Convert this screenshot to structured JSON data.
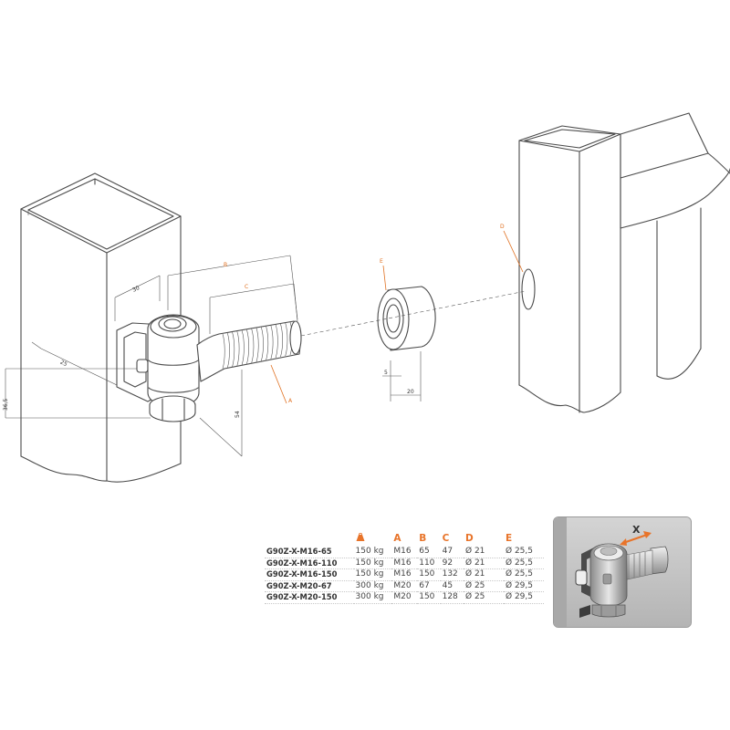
{
  "callouts": {
    "A": "A",
    "B": "B",
    "C": "C",
    "D": "D",
    "E": "E"
  },
  "dimensions": {
    "d30": "30",
    "d25": "25",
    "d365": "36,5",
    "d54": "54",
    "d5": "5",
    "d20": "20"
  },
  "table": {
    "headers": [
      "",
      "",
      "A",
      "B",
      "C",
      "D",
      "E"
    ],
    "rows": [
      [
        "G90Z-X-M16-65",
        "150 kg",
        "M16",
        "65",
        "47",
        "Ø 21",
        "Ø 25,5"
      ],
      [
        "G90Z-X-M16-110",
        "150 kg",
        "M16",
        "110",
        "92",
        "Ø 21",
        "Ø 25,5"
      ],
      [
        "G90Z-X-M16-150",
        "150 kg",
        "M16",
        "150",
        "132",
        "Ø 21",
        "Ø 25,5"
      ],
      [
        "G90Z-X-M20-67",
        "300 kg",
        "M20",
        "67",
        "45",
        "Ø 25",
        "Ø 29,5"
      ],
      [
        "G90Z-X-M20-150",
        "300 kg",
        "M20",
        "150",
        "128",
        "Ø 25",
        "Ø 29,5"
      ]
    ]
  },
  "photo": {
    "label": "X"
  },
  "colors": {
    "accent": "#e8742a",
    "line": "#4a4a4a",
    "photo_bg": "#c8c8c8"
  },
  "icons": {
    "weight": "weight-icon",
    "adjust_arrow": "double-arrow-icon"
  }
}
